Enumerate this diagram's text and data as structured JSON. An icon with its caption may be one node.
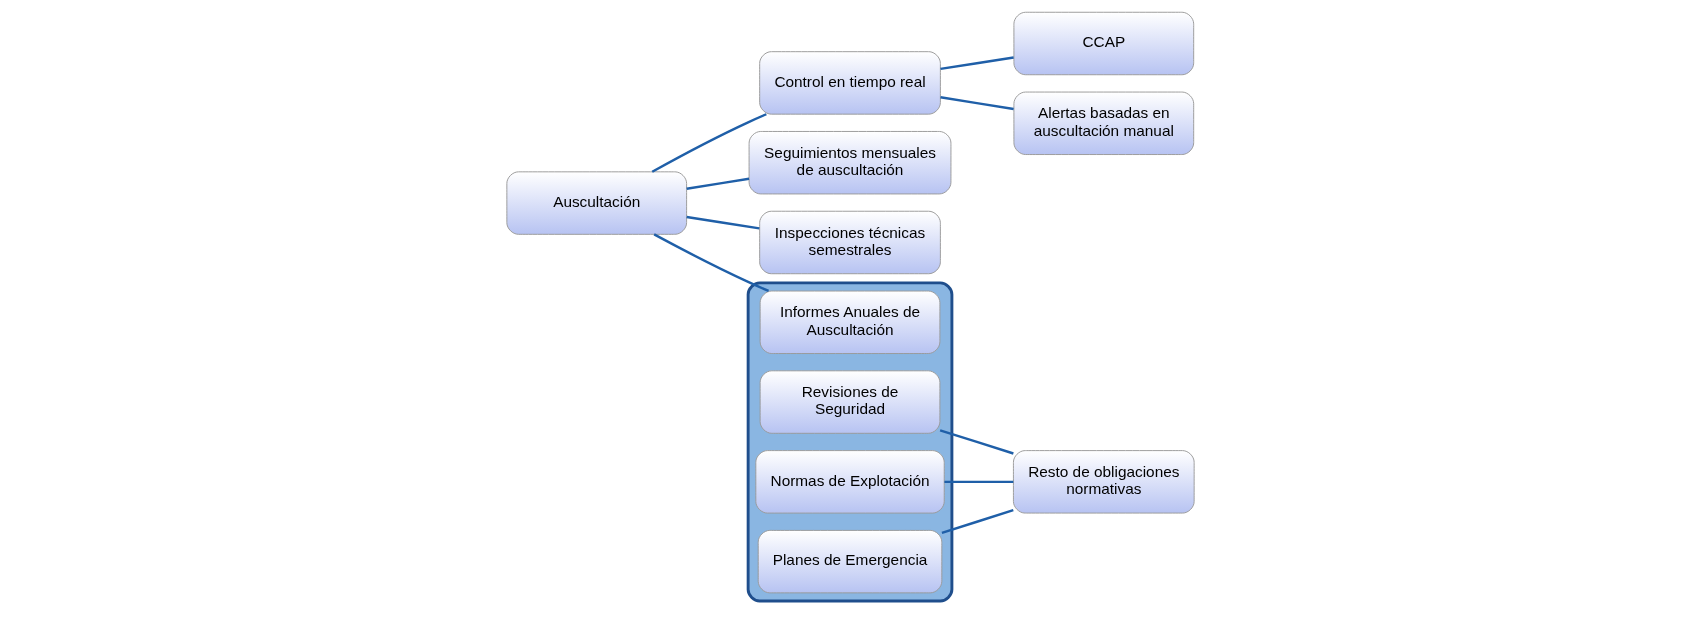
{
  "diagram": {
    "nodes": [
      {
        "text": [
          "Auscultación"
        ]
      },
      {
        "text": [
          "Control en tiempo real"
        ]
      },
      {
        "text": [
          "Seguimientos mensuales de auscultación"
        ]
      },
      {
        "text": [
          "Inspecciones técnicas semestrales"
        ]
      },
      {
        "text": [],
        "shape": "blob"
      },
      {
        "text": [
          "Informes Anuales de Auscultación"
        ],
        "in": 4
      },
      {
        "text": [
          "CCAP"
        ]
      },
      {
        "text": [
          "Alertas basadas en auscultación manual"
        ]
      },
      {
        "text": [
          "Revisiones de Seguridad"
        ],
        "in": 4
      },
      {
        "text": [
          "Normas de Explotación"
        ],
        "in": 4
      },
      {
        "text": [
          "Planes de Emergencia"
        ],
        "in": 4
      },
      {
        "text": [
          "Resto de obligaciones normativas"
        ]
      }
    ],
    "edges": [
      {
        "from": 0,
        "to": 1,
        "arrow": "none"
      },
      {
        "from": 0,
        "to": 2,
        "arrow": "none"
      },
      {
        "from": 0,
        "to": 3,
        "arrow": "none"
      },
      {
        "from": 0,
        "to": 5,
        "arrow": "none"
      },
      {
        "from": 1,
        "to": 6,
        "arrow": "none"
      },
      {
        "from": 1,
        "to": 7,
        "arrow": "none"
      },
      {
        "from": 8,
        "to": 11,
        "arrow": "none"
      },
      {
        "from": 9,
        "to": 11,
        "arrow": "none"
      },
      {
        "from": 10,
        "to": 11,
        "arrow": "none"
      }
    ]
  }
}
